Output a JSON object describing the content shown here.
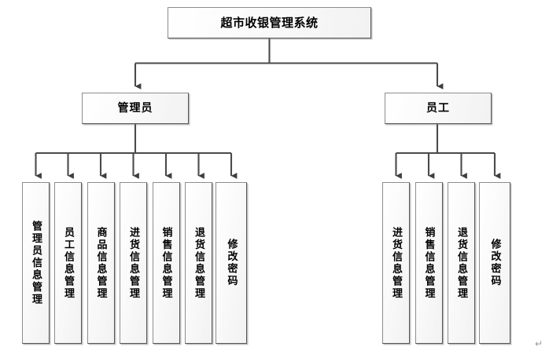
{
  "diagram": {
    "type": "hierarchy",
    "root": {
      "id": "root",
      "label": "超市收银管理系统"
    },
    "branches": [
      {
        "id": "admin",
        "label": "管理员",
        "children": [
          {
            "id": "admin-info",
            "label": "管理员信息管理"
          },
          {
            "id": "staff-info",
            "label": "员工信息管理"
          },
          {
            "id": "goods-info",
            "label": "商品信息管理"
          },
          {
            "id": "stockin-info",
            "label": "进货信息管理"
          },
          {
            "id": "sales-info",
            "label": "销售信息管理"
          },
          {
            "id": "return-info",
            "label": "退货信息管理"
          },
          {
            "id": "change-pwd",
            "label": "修改密码"
          }
        ]
      },
      {
        "id": "staff",
        "label": "员工",
        "children": [
          {
            "id": "s-stockin-info",
            "label": "进货信息管理"
          },
          {
            "id": "s-sales-info",
            "label": "销售信息管理"
          },
          {
            "id": "s-return-info",
            "label": "退货信息管理"
          },
          {
            "id": "s-change-pwd",
            "label": "修改密码"
          }
        ]
      }
    ]
  },
  "marks": {
    "paragraph_mark": "↵"
  },
  "colors": {
    "background": "#ffffff",
    "box_fill_light": "#ffffff",
    "box_fill_dark": "#f2f2f2",
    "box_border": "#555555",
    "box_shadow": "#a8a8a8",
    "connector": "#4a4a4a",
    "text": "#000000"
  }
}
